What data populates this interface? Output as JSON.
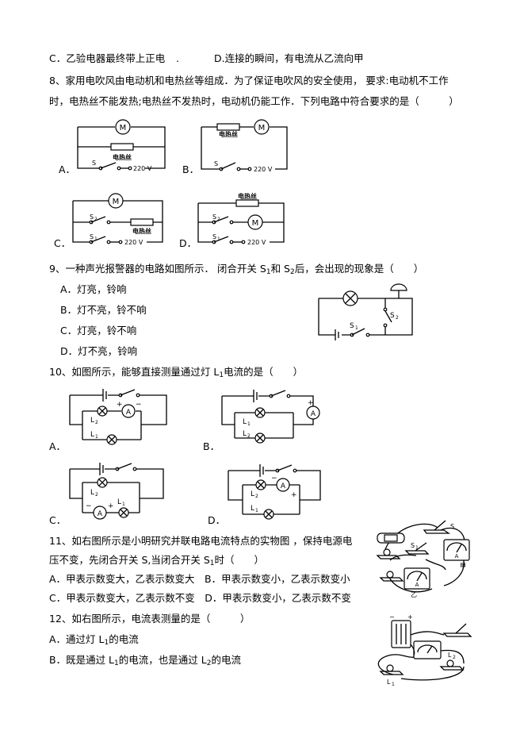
{
  "top": {
    "option_c": "C．乙验电器最终带上正电",
    "dot": ".",
    "option_d": "D.连接的瞬间，有电流从乙流向甲"
  },
  "q8": {
    "line1": "8、家用电吹风由电动机和电热丝等组成．为了保证电吹风的安全使用， 要求:电动机不工作",
    "line2": "时，电热丝不能发热;电热丝不发热时，电动机仍能工作．下列电路中符合要求的是（　　　）",
    "labels": [
      "A．",
      "B．",
      "C．",
      "D．"
    ],
    "heater": "电热丝",
    "voltage": "220 V",
    "motor": "M",
    "switch_s": "S",
    "switch_s1": "S",
    "switch_s2": "S",
    "sub1": "1",
    "sub2": "2"
  },
  "q9": {
    "stem_a": "9、一种声光报警器的电路如图所示． 闭合开关 S",
    "sub1": "1",
    "stem_b": "和 S",
    "sub2": "2",
    "stem_c": "后，会出现的现象是（　　）",
    "options": [
      "A．灯亮，铃响",
      "B．灯不亮，铃不响",
      "C．灯亮，铃不响",
      "D．灯不亮，铃响"
    ],
    "s1": "S",
    "s2": "S"
  },
  "q10": {
    "stem_a": "10、如图所示，能够直接测量通过灯 L",
    "sub1": "1",
    "stem_b": "电流的是（　　）",
    "labels": [
      "A．",
      "B．",
      "C．",
      "D．"
    ],
    "ammeter": "A",
    "lamp_l": "L",
    "plus": "+",
    "minus": "−",
    "sub2": "2"
  },
  "q11": {
    "line1": "11、如右图所示是小明研究并联电路电流特点的实物图 ，保持电源电",
    "line2_a": "压不变，先闭合开关 S,当闭合开关 S",
    "line2_sub": "1",
    "line2_b": "时（　　）",
    "opt_ab": "A．甲表示数变大，乙表示数变大　B．甲表示数变小，乙表示数变小",
    "opt_cd": "C．甲表示数变大，乙表示数不变　D．甲表示数变小，乙表示数不变",
    "fig_s": "S",
    "fig_s1": "S",
    "fig_jia": "甲",
    "fig_yi": "乙"
  },
  "q12": {
    "stem": "12、如右图所示，电流表测量的是（　　　）",
    "opt_a_a": "A．通过灯 L",
    "opt_a_sub": "1",
    "opt_a_b": "的电流",
    "opt_b_a": "B．既是通过 L",
    "opt_b_sub1": "1",
    "opt_b_b": "的电流，也是通过 L",
    "opt_b_sub2": "2",
    "opt_b_c": "的电流",
    "fig_l": "L"
  }
}
